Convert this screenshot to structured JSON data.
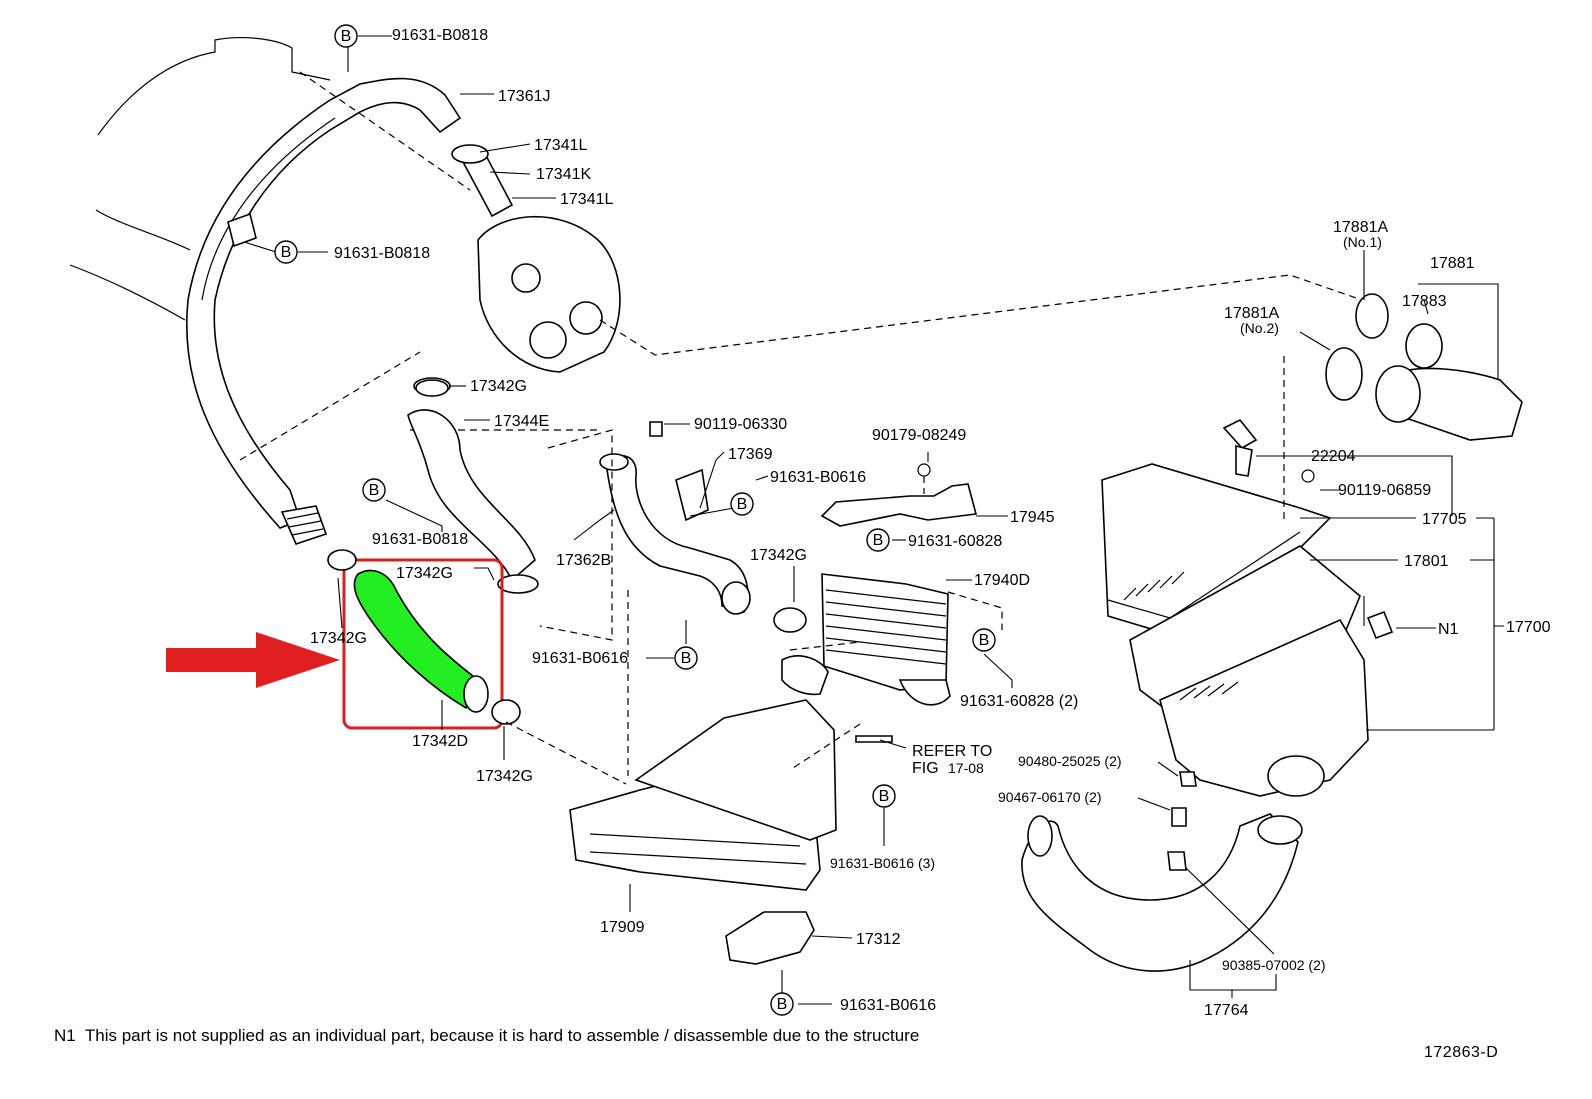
{
  "diagram": {
    "figure_code": "172863-D",
    "footnote": {
      "marker": "N1",
      "text": "This part is not supplied as an individual part, because it is hard to assemble / disassemble due to the structure"
    },
    "refer_note": {
      "line1": "REFER TO",
      "line2": "FIG",
      "fig_number": "17-08"
    },
    "bolt_marker": "B",
    "highlight": {
      "part": "17342D",
      "color": "#22ee22",
      "box_color": "#d62020",
      "arrow_color": "#e02020"
    },
    "labels": {
      "p91631_B0818_top": "91631-B0818",
      "p17361J": "17361J",
      "p17341L_a": "17341L",
      "p17341K": "17341K",
      "p17341L_b": "17341L",
      "p91631_B0818_mid": "91631-B0818",
      "p17881A_no1": "17881A",
      "p17881A_no1_sub": "(No.1)",
      "p17881": "17881",
      "p17883": "17883",
      "p17881A_no2": "17881A",
      "p17881A_no2_sub": "(No.2)",
      "p17342G_a": "17342G",
      "p17344E": "17344E",
      "p90119_06330": "90119-06330",
      "p17369": "17369",
      "p91631_B0616_a": "91631-B0616",
      "p90179_08249": "90179-08249",
      "p22204": "22204",
      "p90119_06859": "90119-06859",
      "p91631_B0818_low": "91631-B0818",
      "p17945": "17945",
      "p17705": "17705",
      "p91631_60828": "91631-60828",
      "p17362B": "17362B",
      "p17342G_b": "17342G",
      "p17342G_box": "17342G",
      "p17940D": "17940D",
      "p17801": "17801",
      "p17342G_c": "17342G",
      "pN1": "N1",
      "p17700": "17700",
      "p91631_B0616_b": "91631-B0616",
      "p91631_60828_2": "91631-60828 (2)",
      "p17342D": "17342D",
      "p17342G_d": "17342G",
      "p90480_25025": "90480-25025 (2)",
      "p90467_06170": "90467-06170 (2)",
      "p91631_B0616_3": "91631-B0616 (3)",
      "p17909": "17909",
      "p17312": "17312",
      "p90385_07002": "90385-07002 (2)",
      "p17764": "17764",
      "p91631_B0616_bot": "91631-B0616"
    }
  }
}
